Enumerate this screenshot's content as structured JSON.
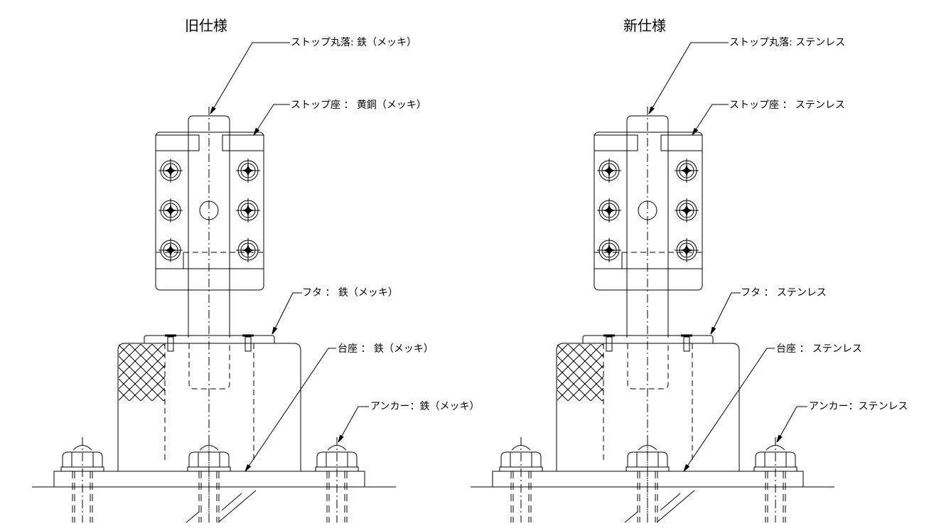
{
  "old": {
    "title": "旧仕様",
    "labels": {
      "stop_pin": "ストップ丸落:  鉄（メッキ）",
      "stop_seat": "ストップ座  ：  黄銅（メッキ）",
      "lid": "フタ      ：  鉄（メッキ）",
      "base": "台座  ：  鉄（メッキ）",
      "anchor": "アンカー：鉄（メッキ）"
    }
  },
  "new": {
    "title": "新仕様",
    "labels": {
      "stop_pin": "ストップ丸落:  ステンレス",
      "stop_seat": "ストップ座  ：  ステンレス",
      "lid": "フタ      ：  ステンレス",
      "base": "台座  ：  ステンレス",
      "anchor": "アンカー：ステンレス"
    }
  }
}
